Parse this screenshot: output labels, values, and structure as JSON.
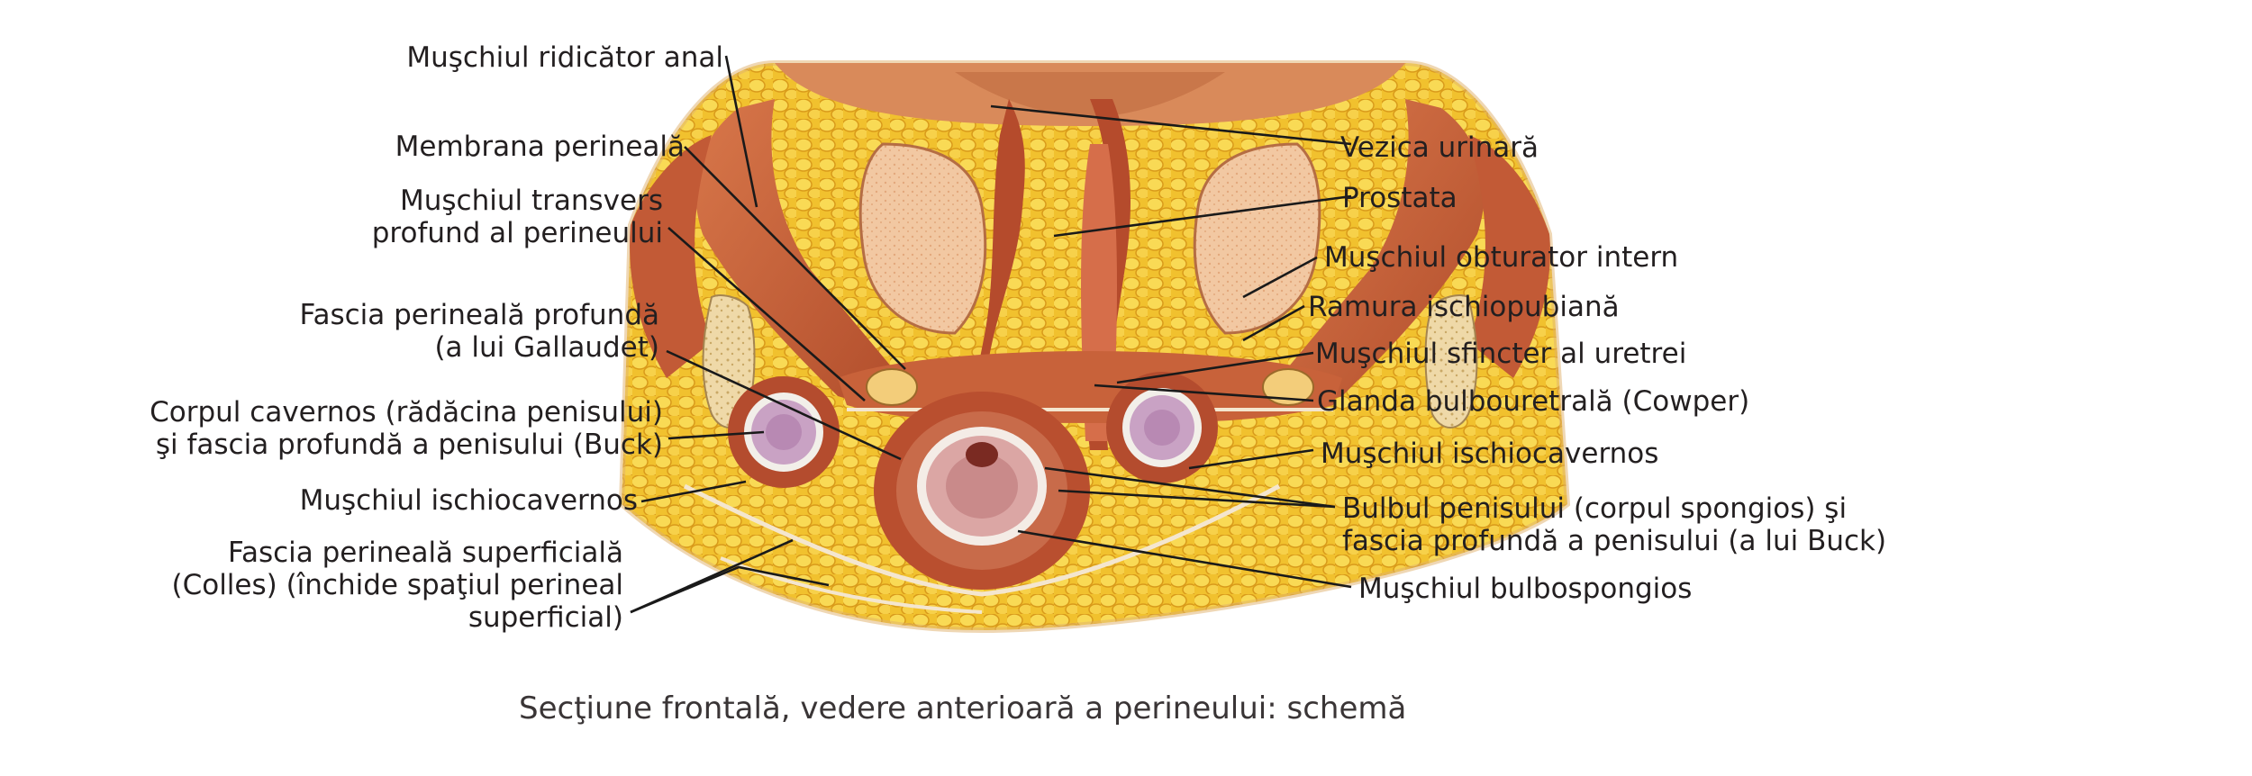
{
  "labels_left": [
    {
      "id": "levator-ani",
      "lines": [
        "Muşchiul ridicător anal"
      ]
    },
    {
      "id": "perineal-membrane",
      "lines": [
        "Membrana perineală"
      ]
    },
    {
      "id": "deep-transverse",
      "lines": [
        "Muşchiul transvers",
        "profund al perineului"
      ]
    },
    {
      "id": "gallaudet-fascia",
      "lines": [
        "Fascia perineală profundă",
        "(a lui Gallaudet)"
      ]
    },
    {
      "id": "corpus-cavernosum",
      "lines": [
        "Corpul cavernos (rădăcina penisului)",
        "şi fascia profundă a penisului (Buck)"
      ]
    },
    {
      "id": "ischiocavernosus-left",
      "lines": [
        "Muşchiul ischiocavernos"
      ]
    },
    {
      "id": "colles-fascia",
      "lines": [
        "Fascia perineală superficială",
        "(Colles) (închide spaţiul perineal",
        "superficial)"
      ]
    }
  ],
  "labels_right": [
    {
      "id": "bladder",
      "lines": [
        "Vezica urinară"
      ]
    },
    {
      "id": "prostate",
      "lines": [
        "Prostata"
      ]
    },
    {
      "id": "obturator-internus",
      "lines": [
        "Muşchiul obturator intern"
      ]
    },
    {
      "id": "ischiopubic-ramus",
      "lines": [
        "Ramura ischiopubiană"
      ]
    },
    {
      "id": "urethral-sphincter",
      "lines": [
        "Muşchiul sfincter al uretrei"
      ]
    },
    {
      "id": "bulbourethral-gland",
      "lines": [
        "Glanda bulbouretrală (Cowper)"
      ]
    },
    {
      "id": "ischiocavernosus-right",
      "lines": [
        "Muşchiul ischiocavernos"
      ]
    },
    {
      "id": "bulb-of-penis",
      "lines": [
        "Bulbul penisului (corpul spongios) şi",
        "fascia profundă a penisului (a lui Buck)"
      ]
    },
    {
      "id": "bulbospongiosus",
      "lines": [
        "Muşchiul bulbospongios"
      ]
    }
  ],
  "caption": "Secţiune frontală, vedere anterioară a perineului: schemă",
  "colors": {
    "muscle": "#c8623a",
    "muscle_dark": "#a8482a",
    "fat": "#f2c431",
    "prostate": "#f0c29a",
    "bone": "#efd9a8",
    "erectile": "#c9a2c4",
    "leader": "#1a1a1a"
  }
}
